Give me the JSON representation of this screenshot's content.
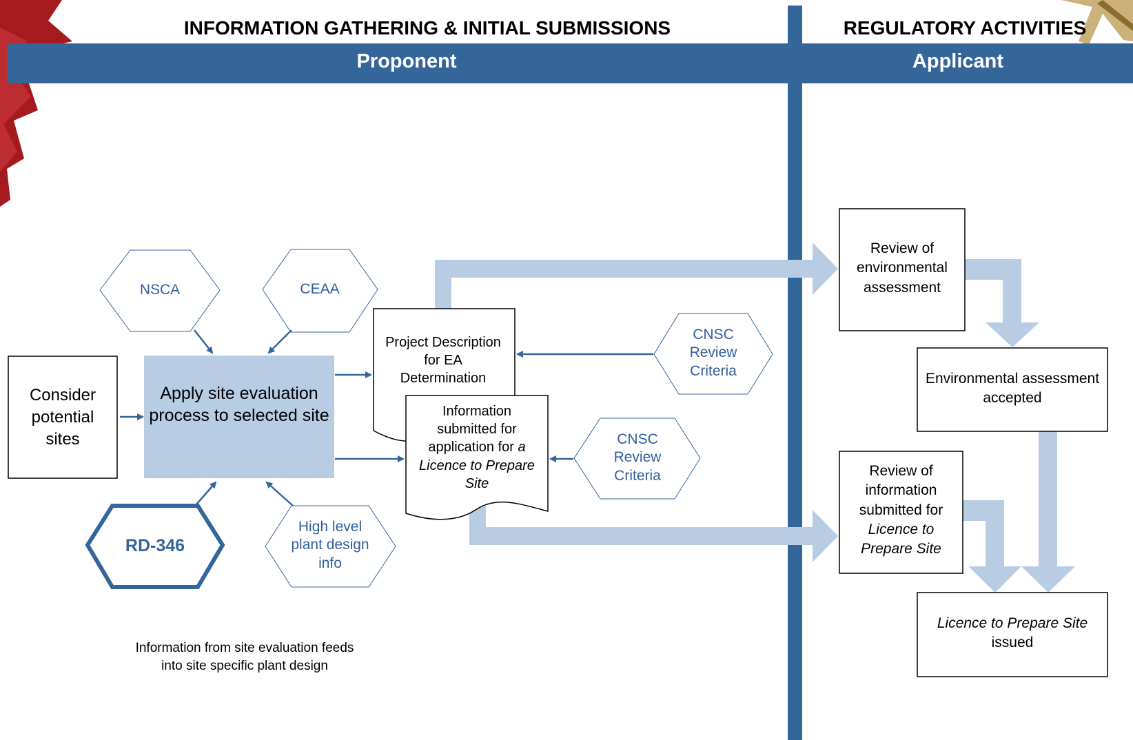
{
  "header": {
    "phase_left": "INFORMATION GATHERING & INITIAL SUBMISSIONS",
    "phase_right": "REGULATORY ACTIVITIES",
    "role_left": "Proponent",
    "role_right": "Applicant"
  },
  "nodes": {
    "consider_sites": "Consider potential sites",
    "apply_site_eval": "Apply site evaluation process to selected site",
    "project_description": "Project Description for EA Determination",
    "info_submitted": {
      "line1": "Information submitted for application for",
      "line1_italic": "a",
      "line2_italic": "Licence to Prepare Site"
    },
    "nsca": "NSCA",
    "ceaa": "CEAA",
    "cnsc_review_1": "CNSC Review Criteria",
    "cnsc_review_2": "CNSC Review Criteria",
    "rd346": "RD-346",
    "high_level_plant": "High level plant design info",
    "review_env": "Review of environmental assessment",
    "env_accepted": "Environmental assessment accepted",
    "review_info": {
      "line1": "Review of information submitted for",
      "line2_italic": "Licence to Prepare Site"
    },
    "licence_issued": {
      "line1_italic": "Licence to Prepare Site",
      "line2": "issued"
    }
  },
  "notes": {
    "feed_note": "Information from site evaluation feeds into site specific plant design"
  },
  "colors": {
    "band": "#346699",
    "shade": "#b8cce4",
    "flow": "#b8cce4",
    "hex_text": "#2f5f9c",
    "arrow": "#346699"
  }
}
